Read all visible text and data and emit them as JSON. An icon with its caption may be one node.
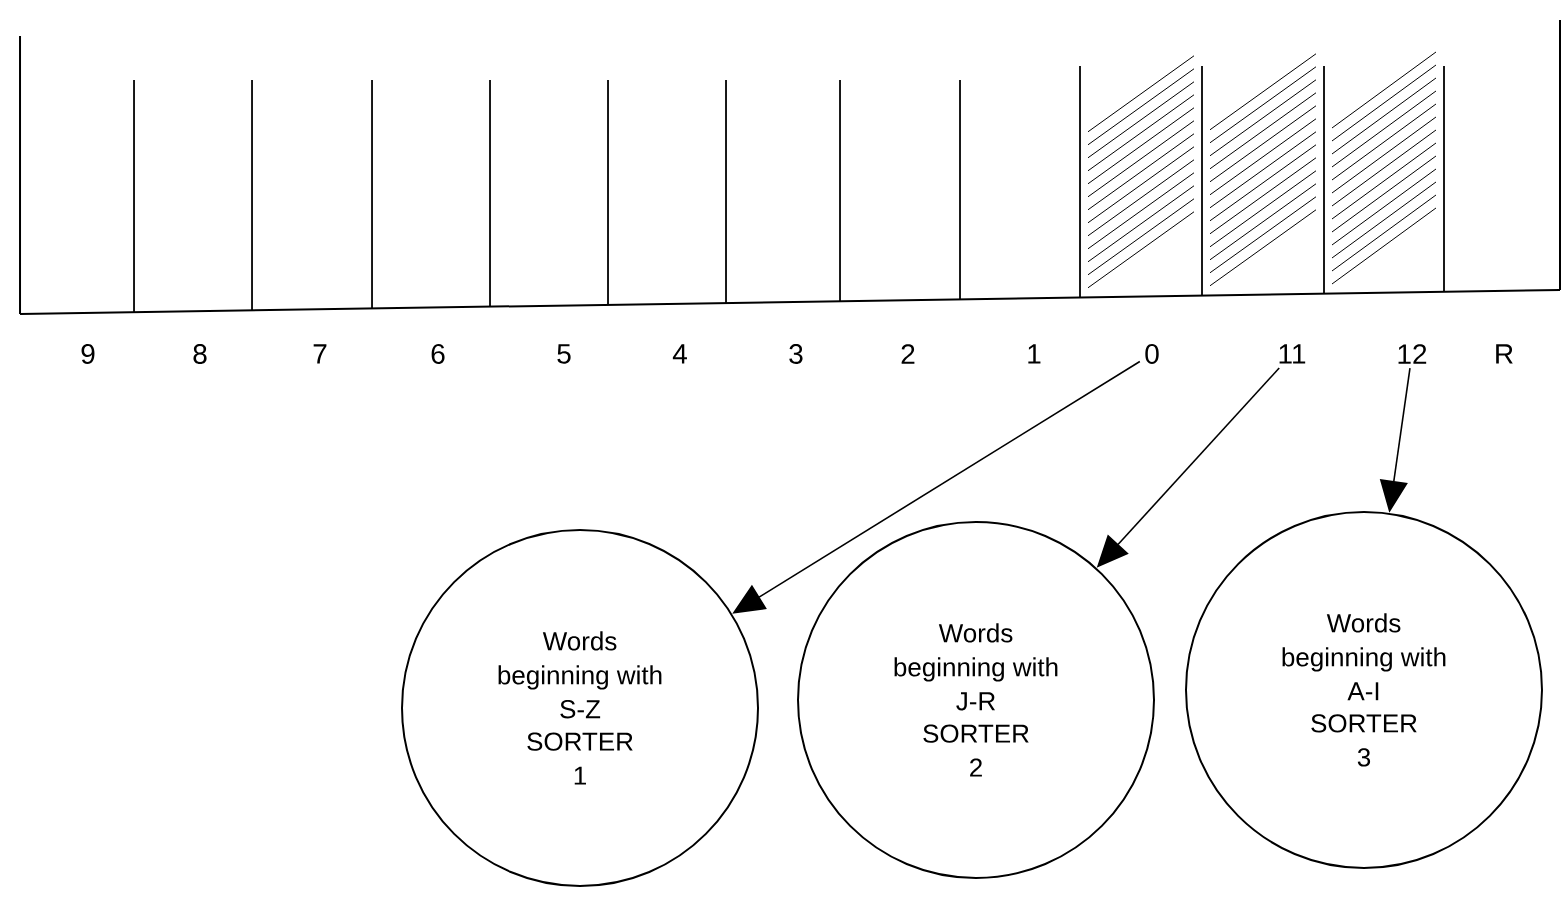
{
  "diagram": {
    "nodes": [
      {
        "text": [
          "0"
        ]
      },
      {
        "text": [
          "11"
        ]
      },
      {
        "text": [
          "12"
        ]
      },
      {
        "text": [
          "Words beginning with S-Z",
          "SORTER 1"
        ]
      },
      {
        "text": [
          "Words beginning with J-R",
          "SORTER 2"
        ]
      },
      {
        "text": [
          "Words beginning with A-I",
          "SORTER 3"
        ]
      }
    ],
    "edges": [
      {
        "from": 0,
        "to": 3,
        "arrow": "to"
      },
      {
        "from": 1,
        "to": 4,
        "arrow": "to"
      },
      {
        "from": 2,
        "to": 5,
        "arrow": "to"
      }
    ],
    "labels": [
      "9",
      "8",
      "7",
      "6",
      "5",
      "4",
      "3",
      "2",
      "1",
      "R"
    ]
  }
}
